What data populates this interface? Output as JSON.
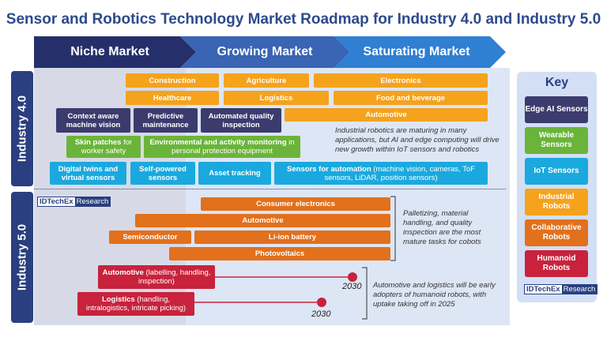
{
  "title": "Sensor and Robotics Technology Market Roadmap for Industry 4.0 and Industry 5.0",
  "phases": [
    "Niche Market",
    "Growing Market",
    "Saturating Market"
  ],
  "rows": [
    "Industry 4.0",
    "Industry 5.0"
  ],
  "industry40": {
    "industrial": [
      "Construction",
      "Agriculture",
      "Electronics",
      "Healthcare",
      "Logistics",
      "Food and beverage",
      "Automotive"
    ],
    "edge_ai": [
      "Context aware machine vision",
      "Predictive maintenance",
      "Automated quality inspection"
    ],
    "wearable": [
      {
        "bold": "Skin patches",
        "rest": " for worker safety"
      },
      {
        "bold": "Environmental and activity monitoring",
        "rest": " in personal protection equipment"
      }
    ],
    "iot": [
      "Digital twins and virtual sensors",
      "Self-powered sensors",
      "Asset tracking"
    ],
    "iot_wide": {
      "bold": "Sensors for automation",
      "rest": " (machine vision, cameras, ToF sensors, LiDAR, position sensors)"
    },
    "note": "Industrial robotics are maturing in many applications, but AI and edge computing will drive new growth within IoT sensors and robotics"
  },
  "industry50": {
    "cobots": [
      "Consumer electronics",
      "Automotive",
      "Semiconductor",
      "Li-ion battery",
      "Photovoltaics"
    ],
    "cobot_note": "Palletizing, material handling, and quality inspection are the most mature tasks for cobots",
    "humanoid": [
      {
        "bold": "Automotive",
        "rest": " (labelling, handling, inspection)",
        "year": "2030"
      },
      {
        "bold": "Logistics",
        "rest": " (handling, intralogistics, intricate picking)",
        "year": "2030"
      }
    ],
    "humanoid_note": "Automotive and logistics will be early adopters of humanoid robots, with uptake taking off in 2025"
  },
  "logo": {
    "name": "IDTechEx",
    "sub": "Research"
  },
  "key": {
    "title": "Key",
    "items": [
      {
        "label": "Edge AI Sensors",
        "color": "#3c3b6e"
      },
      {
        "label": "Wearable Sensors",
        "color": "#6bb43a"
      },
      {
        "label": "IoT Sensors",
        "color": "#1aa9de"
      },
      {
        "label": "Industrial Robots",
        "color": "#f5a21d"
      },
      {
        "label": "Collaborative Robots",
        "color": "#e2701c"
      },
      {
        "label": "Humanoid Robots",
        "color": "#c8223d"
      }
    ]
  }
}
